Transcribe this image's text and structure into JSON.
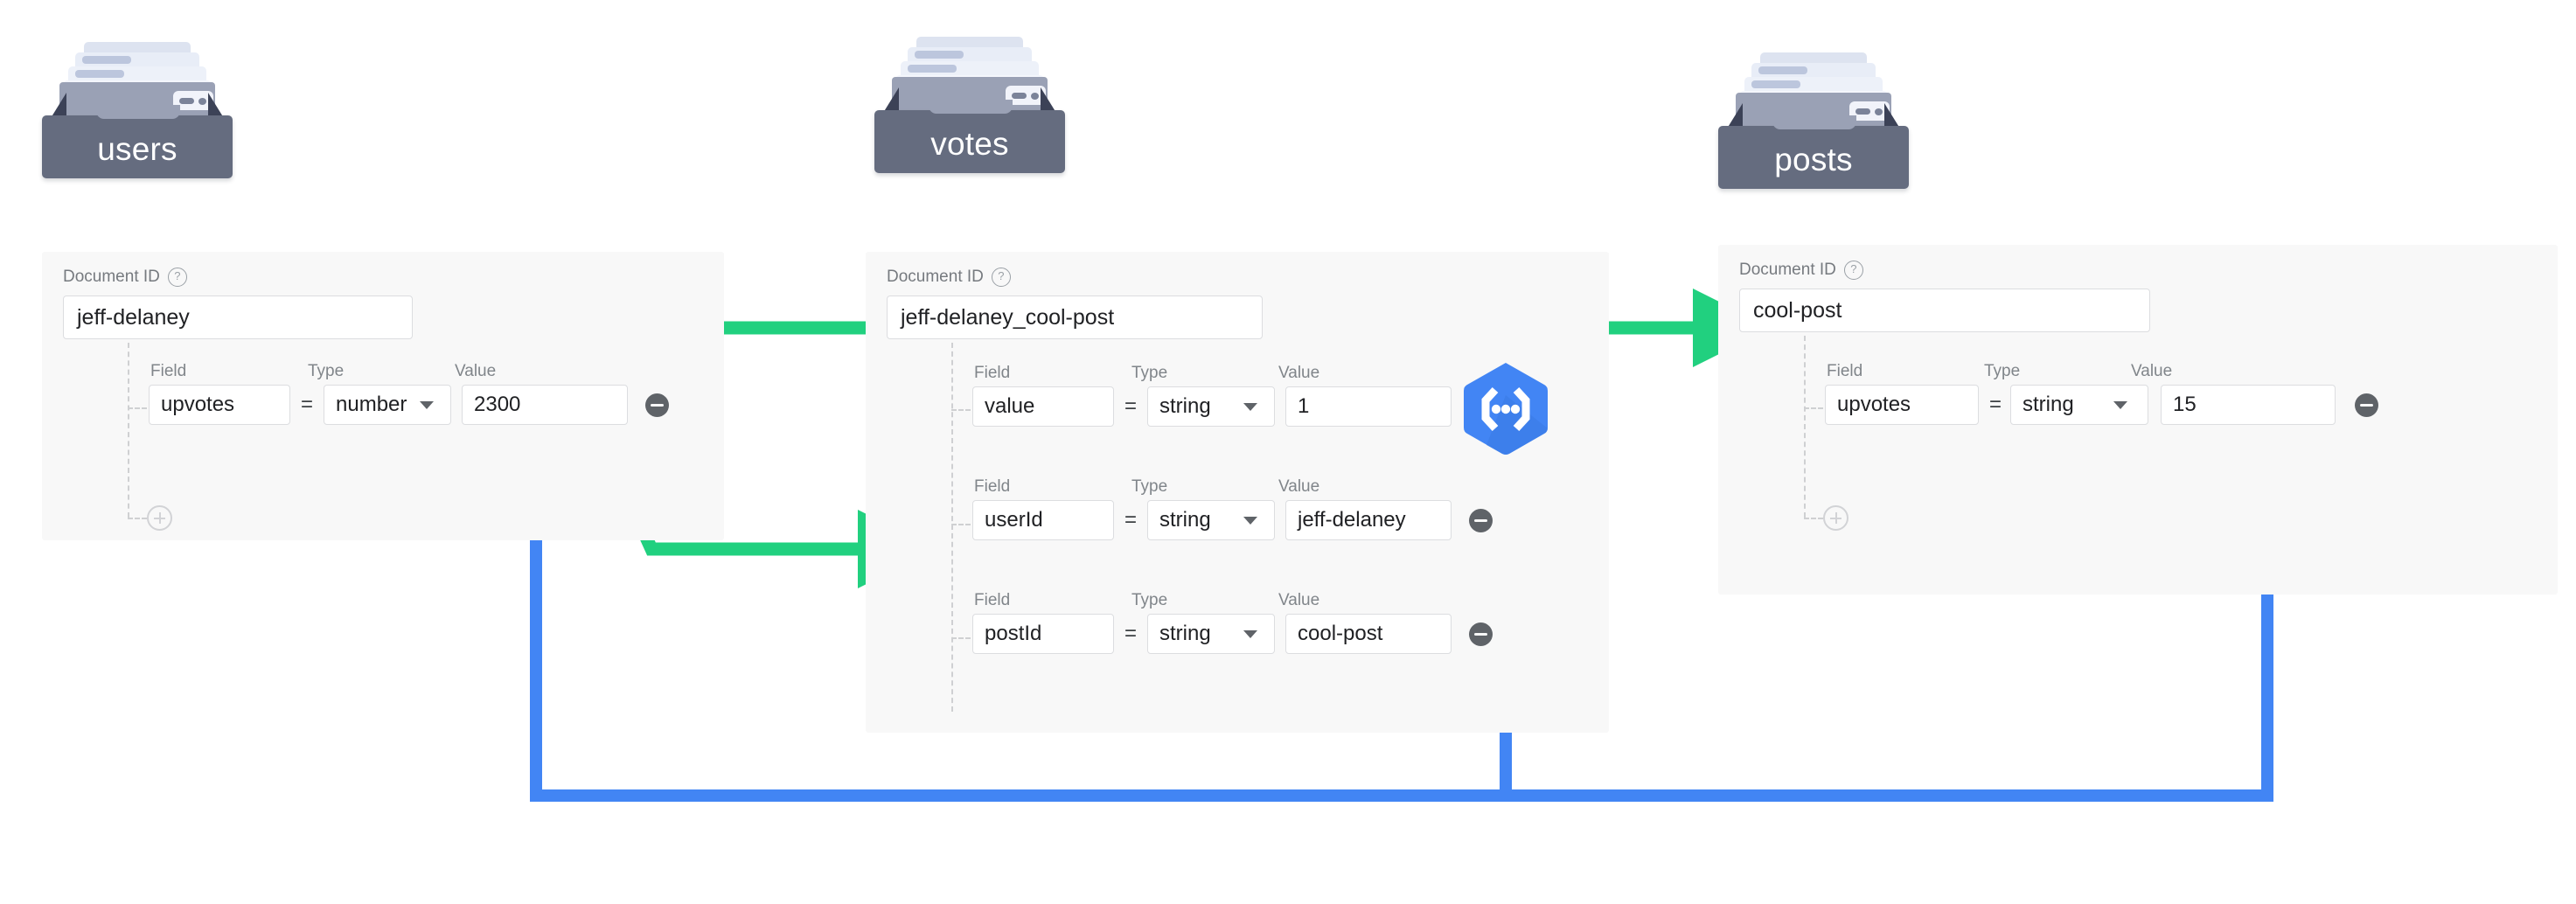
{
  "theme": {
    "green": "#21D07F",
    "blue": "#4285F4",
    "folder_front": "#656c7f",
    "folder_back": "#9aa1b5",
    "card_bg": "#f8f8f8",
    "input_border": "#dcdde0",
    "text": "#202124",
    "label": "#80858a"
  },
  "collections": [
    {
      "name": "users",
      "icon": "collection-folder-icon",
      "document_id_label": "Document ID",
      "help_icon": "help-circle-icon",
      "document_id": "jeff-delaney",
      "column_headers": {
        "field": "Field",
        "type": "Type",
        "value": "Value"
      },
      "equals": "=",
      "fields": [
        {
          "field": "upvotes",
          "type": "number",
          "value": "2300",
          "remove_icon": "remove-circle-icon"
        }
      ],
      "add_field_icon": "add-circle-icon"
    },
    {
      "name": "votes",
      "icon": "collection-folder-icon",
      "document_id_label": "Document ID",
      "help_icon": "help-circle-icon",
      "document_id": "jeff-delaney_cool-post",
      "column_headers": {
        "field": "Field",
        "type": "Type",
        "value": "Value"
      },
      "equals": "=",
      "fields": [
        {
          "field": "value",
          "type": "string",
          "value": "1",
          "remove_icon": "remove-circle-icon"
        },
        {
          "field": "userId",
          "type": "string",
          "value": "jeff-delaney",
          "remove_icon": "remove-circle-icon"
        },
        {
          "field": "postId",
          "type": "string",
          "value": "cool-post",
          "remove_icon": "remove-circle-icon"
        }
      ],
      "add_field_icon": null
    },
    {
      "name": "posts",
      "icon": "collection-folder-icon",
      "document_id_label": "Document ID",
      "help_icon": "help-circle-icon",
      "document_id": "cool-post",
      "column_headers": {
        "field": "Field",
        "type": "Type",
        "value": "Value"
      },
      "equals": "=",
      "fields": [
        {
          "field": "upvotes",
          "type": "string",
          "value": "15",
          "remove_icon": "remove-circle-icon"
        }
      ],
      "add_field_icon": "add-circle-icon"
    }
  ],
  "cloud_function": {
    "icon": "cloud-functions-icon",
    "color": "#4285F4"
  },
  "connectors": {
    "green": {
      "color": "#21D07F",
      "description": "document-id-reference-arrows"
    },
    "blue": {
      "color": "#4285F4",
      "description": "cloud-function-aggregation-path"
    }
  }
}
